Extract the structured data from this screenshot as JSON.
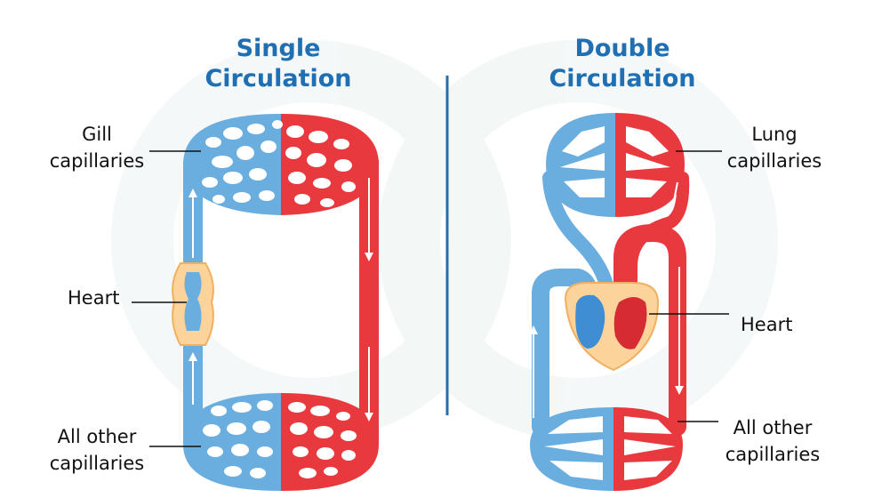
{
  "single": {
    "title_line1": "Single",
    "title_line2": "Circulation",
    "labels": {
      "gill_line1": "Gill",
      "gill_line2": "capillaries",
      "heart": "Heart",
      "other_line1": "All other",
      "other_line2": "capillaries"
    }
  },
  "double": {
    "title_line1": "Double",
    "title_line2": "Circulation",
    "labels": {
      "lung_line1": "Lung",
      "lung_line2": "capillaries",
      "heart": "Heart",
      "other_line1": "All other",
      "other_line2": "capillaries"
    }
  },
  "colors": {
    "title": "#1f6fb2",
    "deoxygenated": "#6aaee0",
    "oxygenated": "#e8393f",
    "heart_fill": "#fbd39b",
    "divider": "#1f6fb2"
  }
}
